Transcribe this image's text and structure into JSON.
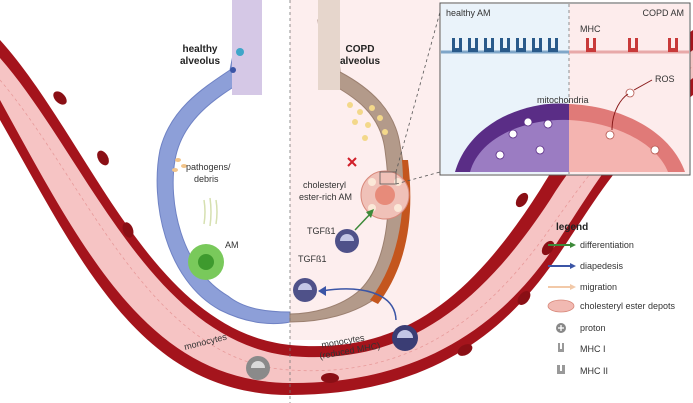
{
  "alveolus": {
    "healthy_title_line1": "healthy",
    "healthy_title_line2": "alveolus",
    "copd_title_line1": "COPD",
    "copd_title_line2": "alveolus",
    "pathogens_line1": "pathogens/",
    "pathogens_line2": "debris",
    "am_label": "AM",
    "cholesteryl_line1": "cholesteryl",
    "cholesteryl_line2": "ester-rich AM",
    "tgfb_upper": "TGFß1",
    "tgfb_lower": "TGFß1",
    "monocytes_label": "monocytes",
    "monocytes_reduced_line1": "monocytes",
    "monocytes_reduced_line2": "(reduced MHC)"
  },
  "inset": {
    "healthy_label": "healthy AM",
    "copd_label": "COPD AM",
    "mhc_label": "MHC",
    "ros_label": "ROS",
    "mitochondria_label": "mitochondria"
  },
  "legend": {
    "title": "legend",
    "items": [
      {
        "label": "differentiation",
        "color": "#3d8a3a"
      },
      {
        "label": "diapedesis",
        "color": "#3b55a6"
      },
      {
        "label": "migration",
        "color": "#f2c9a8"
      },
      {
        "label": "cholesteryl ester depots",
        "color": "#f1b9b2"
      },
      {
        "label": "proton",
        "color": "#888888"
      },
      {
        "label": "MHC I",
        "color": "#999999"
      },
      {
        "label": "MHC II",
        "color": "#999999"
      }
    ]
  },
  "colors": {
    "vessel_wall": "#a4141c",
    "vessel_lumen": "#f6c4c4",
    "rbc": "#8a0f15",
    "healthy_epithelium": "#8d9fd8",
    "copd_epithelium": "#b39a8a",
    "healthy_mito": "#5a2d86",
    "copd_mito": "#e07a78",
    "mhc_healthy": "#2a5a8a",
    "mhc_copd": "#c83a3a"
  }
}
